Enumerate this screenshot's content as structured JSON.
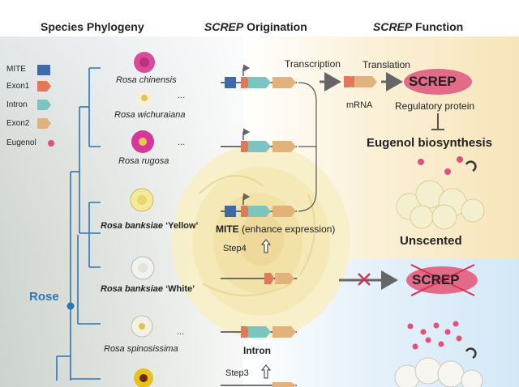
{
  "headers": {
    "phylogeny": "Species Phylogeny",
    "origination_italic": "SCREP",
    "origination_rest": " Origination",
    "function_italic": "SCREP",
    "function_rest": " Function"
  },
  "legend": [
    {
      "label": "MITE",
      "color": "#3f6aa8"
    },
    {
      "label": "Exon1",
      "color": "#e0785a"
    },
    {
      "label": "Intron",
      "color": "#7cc4c0"
    },
    {
      "label": "Exon2",
      "color": "#e3b27a"
    },
    {
      "label": "Eugenol",
      "color": "#e0507a"
    }
  ],
  "species": {
    "chinensis": "Rosa chinensis",
    "wichuraiana": "Rosa wichuraiana",
    "rugosa": "Rosa rugosa",
    "banksiae_yellow_name": "Rosa banksiae",
    "banksiae_yellow_var": " ‘Yellow’",
    "banksiae_white_name": "Rosa banksiae",
    "banksiae_white_var": " ‘White’",
    "spinosissima": "Rosa spinosissima"
  },
  "ellipsis": "...",
  "clade_label": "Rose",
  "process": {
    "transcription": "Transcription",
    "translation": "Translation",
    "mrna": "mRNA",
    "screp": "SCREP",
    "regulatory": "Regulatory protein",
    "eugenol": "Eugenol biosynthesis",
    "unscented": "Unscented",
    "screp_blocked": "SCREP"
  },
  "events": {
    "mite_bold": "MITE",
    "mite_rest": " (enhance expression)",
    "step4": "Step4",
    "intron": "Intron",
    "step3": "Step3"
  },
  "colors": {
    "tree": "#2f74b5",
    "screp_fill": "#e46a8a",
    "cross": "#d9304f",
    "arrow": "#666666",
    "flower_pink": "#d84c9a",
    "flower_yellow": "#f2ea9a",
    "flower_white": "#f3f3ee",
    "cream_rose": "#f7efc8"
  }
}
